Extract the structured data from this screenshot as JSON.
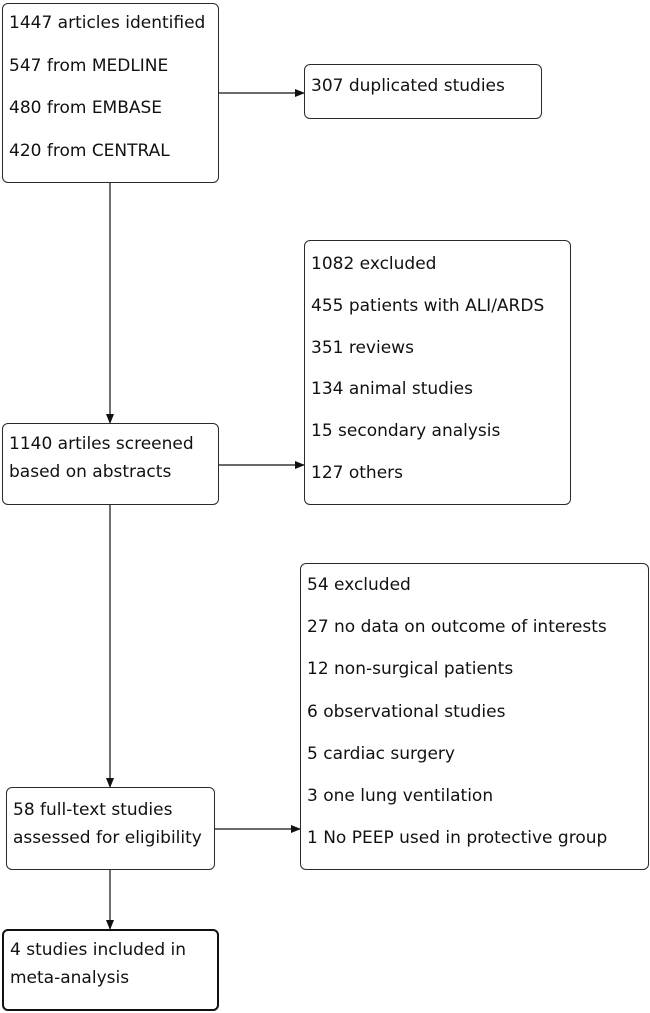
{
  "identified": {
    "lines": [
      "1447 articles identified",
      "547 from MEDLINE",
      "480 from EMBASE",
      "420 from CENTRAL"
    ]
  },
  "duplicates": {
    "text": "307 duplicated studies"
  },
  "screened": {
    "lines": [
      "1140 artiles screened",
      "based on abstracts"
    ]
  },
  "excluded_abstract": {
    "lines": [
      "1082 excluded",
      "455 patients with ALI/ARDS",
      "351 reviews",
      "134 animal studies",
      "15 secondary analysis",
      "127 others"
    ]
  },
  "fulltext": {
    "lines": [
      "58 full-text studies",
      "assessed for eligibility"
    ]
  },
  "excluded_fulltext": {
    "lines": [
      "54 excluded",
      "27 no data on outcome of interests",
      "12 non-surgical patients",
      "6 observational studies",
      "5 cardiac surgery",
      "3 one lung ventilation",
      "1 No PEEP used in protective group"
    ]
  },
  "included": {
    "lines": [
      "4 studies included in",
      "meta-analysis"
    ]
  }
}
